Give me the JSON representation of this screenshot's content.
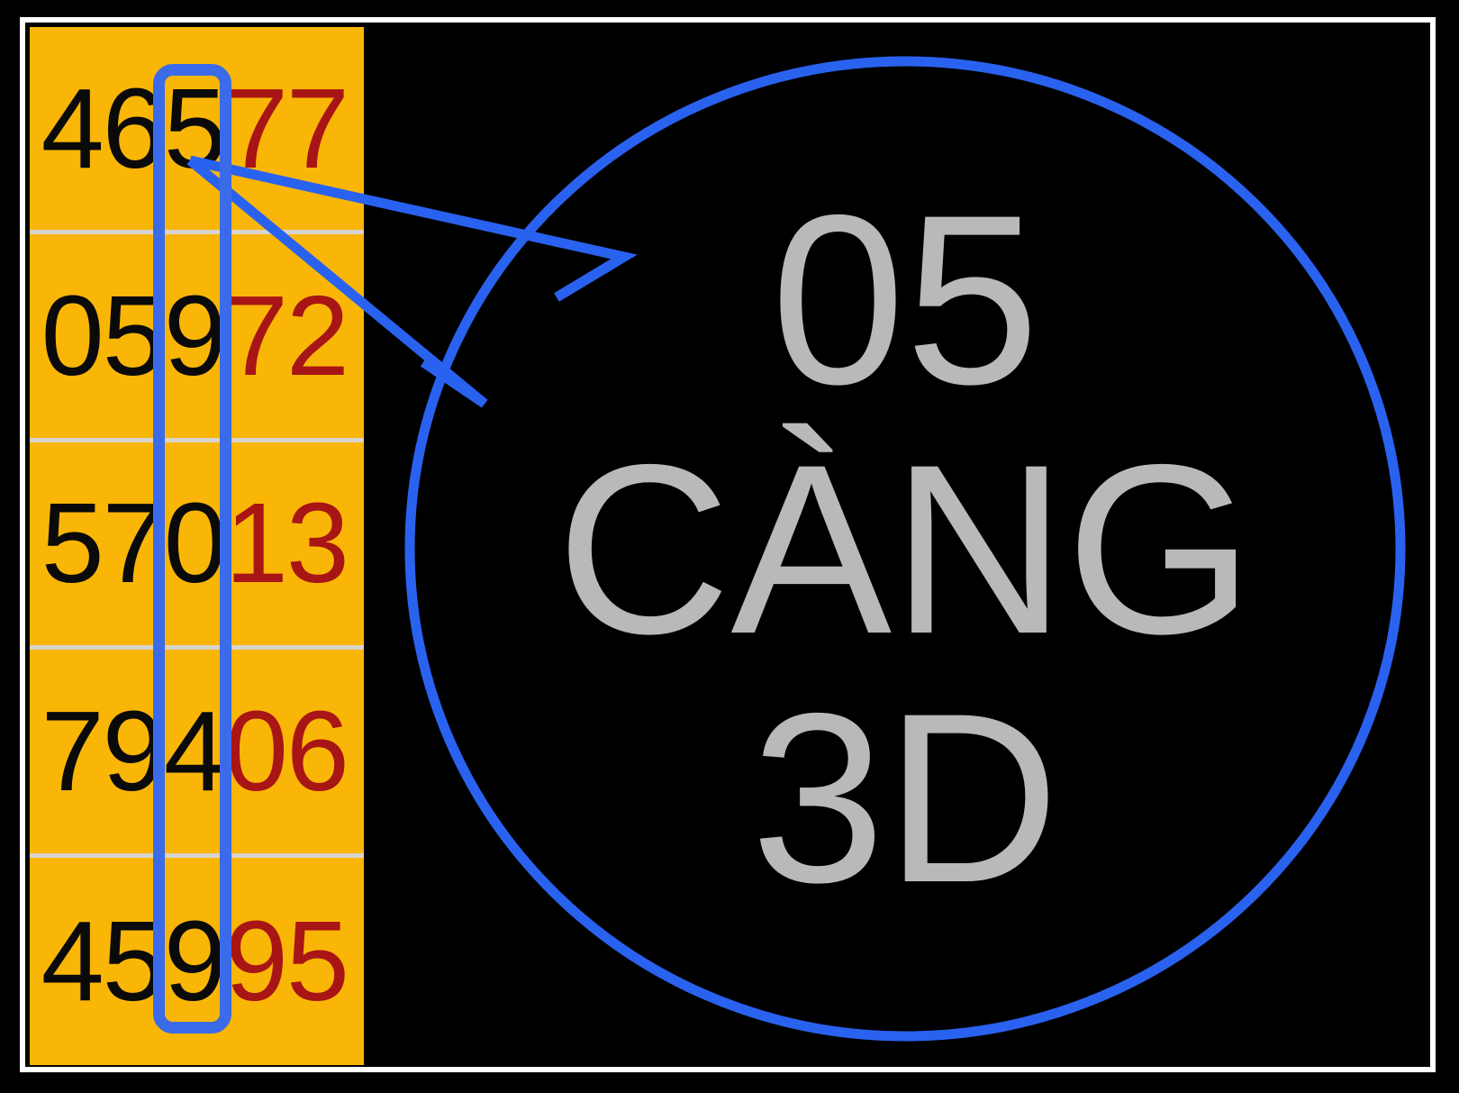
{
  "frame": {
    "border_color": "#ffffff",
    "background_color": "#000000"
  },
  "number_column": {
    "background_color": "#FAB607",
    "divider_color": "#D8D4CC",
    "prefix_color": "#0a0a0a",
    "suffix_color": "#A81515",
    "rows": [
      {
        "full": "46577",
        "prefix": "465",
        "suffix": "77"
      },
      {
        "full": "05972",
        "prefix": "059",
        "suffix": "72"
      },
      {
        "full": "57013",
        "prefix": "570",
        "suffix": "13"
      },
      {
        "full": "79406",
        "prefix": "794",
        "suffix": "06"
      },
      {
        "full": "45995",
        "prefix": "459",
        "suffix": "95"
      }
    ]
  },
  "highlight": {
    "label": "third-digit-column-highlight",
    "color": "#3B6BE8",
    "highlighted_digits": [
      "5",
      "9",
      "0",
      "4",
      "9"
    ]
  },
  "callout": {
    "outline_color": "#2A62F0",
    "text_color": "#B9B9B9",
    "background_color": "#000000",
    "lines": [
      "05",
      "CÀNG",
      "3D"
    ]
  }
}
